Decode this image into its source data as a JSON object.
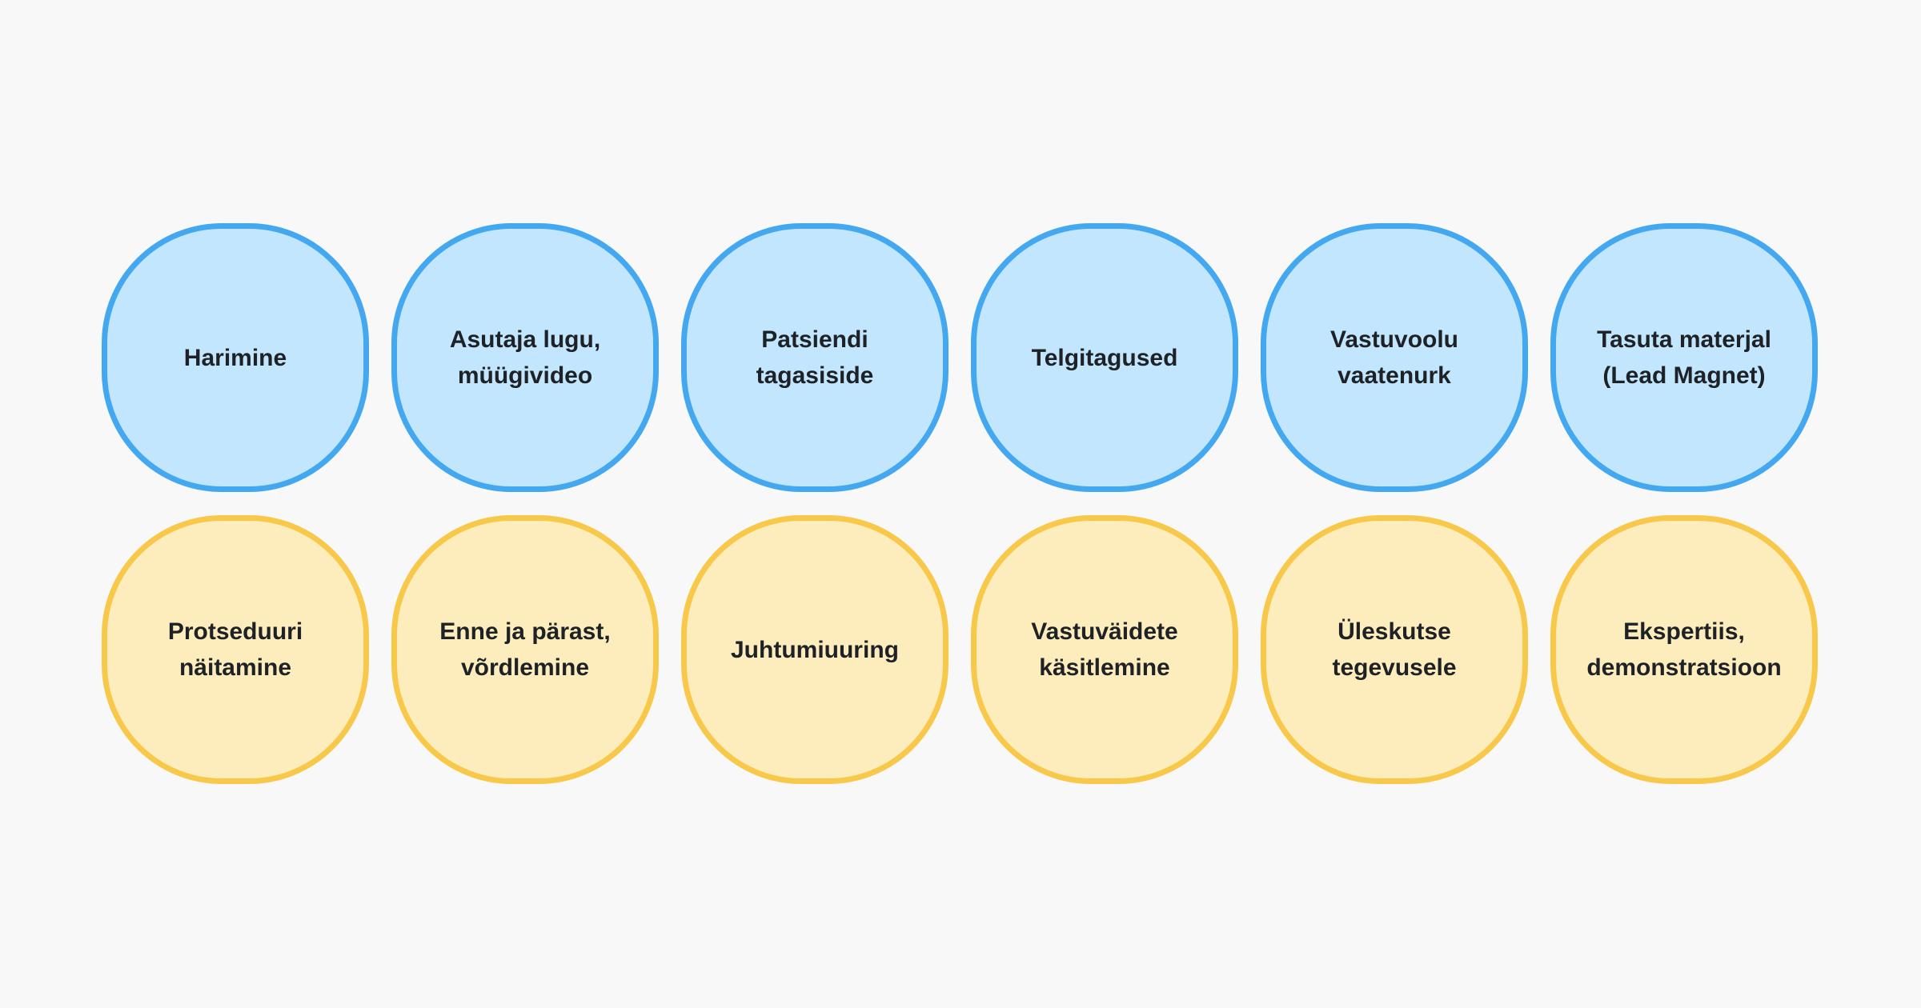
{
  "colors": {
    "background": "#f8f8f8",
    "blue_fill": "#c2e6fd",
    "blue_border": "#44a8f0",
    "yellow_fill": "#fdedbc",
    "yellow_border": "#f8c84a",
    "text": "#1e2126"
  },
  "rows": [
    {
      "color": "blue",
      "nodes": [
        {
          "label": "Harimine"
        },
        {
          "label": "Asutaja lugu,\nmüügivideo"
        },
        {
          "label": "Patsiendi\ntagasiside"
        },
        {
          "label": "Telgitagused"
        },
        {
          "label": "Vastuvoolu\nvaatenurk"
        },
        {
          "label": "Tasuta materjal\n(Lead Magnet)"
        }
      ]
    },
    {
      "color": "yellow",
      "nodes": [
        {
          "label": "Protseduuri\nnäitamine"
        },
        {
          "label": "Enne ja pärast,\nvõrdlemine"
        },
        {
          "label": "Juhtumiuuring"
        },
        {
          "label": "Vastuväidete\nkäsitlemine"
        },
        {
          "label": "Üleskutse\ntegevusele"
        },
        {
          "label": "Ekspertiis,\ndemonstratsioon"
        }
      ]
    }
  ]
}
